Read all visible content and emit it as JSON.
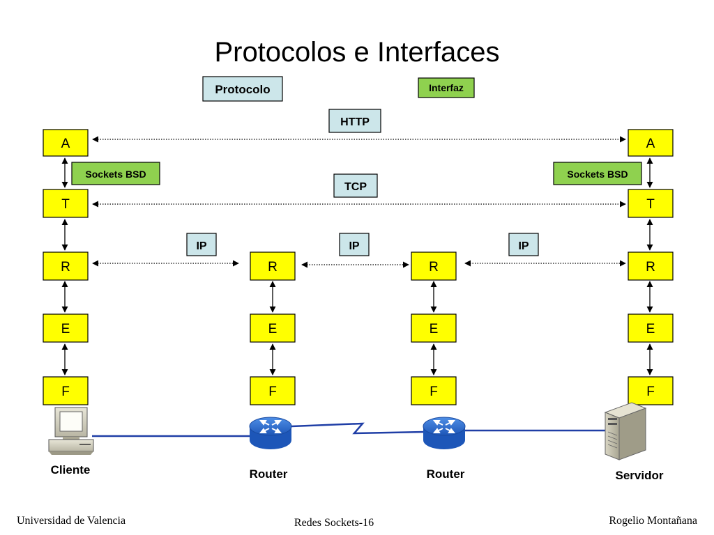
{
  "title": "Protocolos e Interfaces",
  "legend": {
    "protocol": "Protocolo",
    "interface": "Interfaz"
  },
  "protocols": {
    "http": "HTTP",
    "tcp": "TCP",
    "ip": "IP"
  },
  "interfaces": {
    "sockets": "Sockets BSD"
  },
  "layers": {
    "app": "A",
    "transport": "T",
    "network": "R",
    "link": "E",
    "physical": "F"
  },
  "devices": {
    "client": "Cliente",
    "router": "Router",
    "server": "Servidor"
  },
  "footer": {
    "left": "Universidad de Valencia",
    "center": "Redes Sockets-16",
    "right": "Rogelio Montañana"
  },
  "colors": {
    "layer_box": "#ffff00",
    "protocol_box": "#cce6ea",
    "interface_box": "#8fd14f",
    "link_line": "#1f3ea6",
    "router_body": "#2a6fd6"
  }
}
